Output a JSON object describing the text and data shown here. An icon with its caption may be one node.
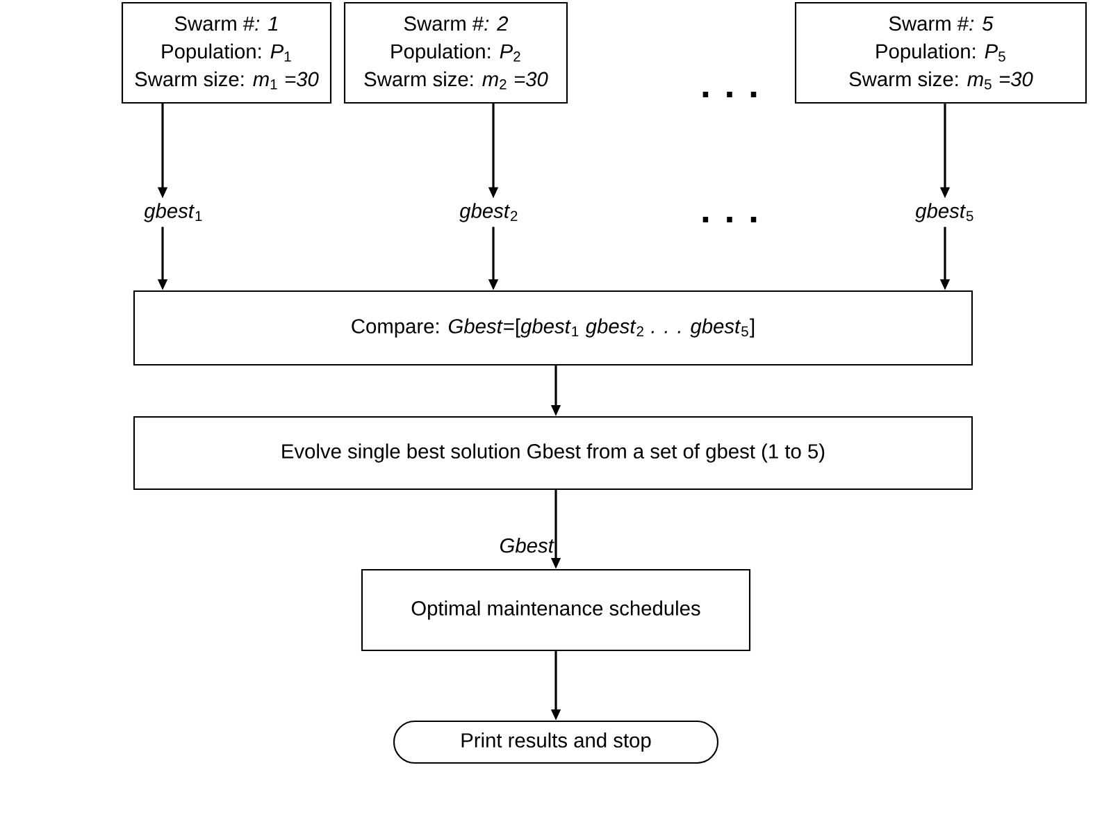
{
  "diagram": {
    "nodes": [
      {
        "text": [
          "Swarm #*: 1*",
          "Population: *P*$_{1}$",
          "Swarm size: *m*$_{1}$ *=30*"
        ]
      },
      {
        "text": [
          "Swarm #*: 2*",
          "Population: *P*$_{2}$",
          "Swarm size: *m*$_{2}$ *=30*"
        ]
      },
      {
        "text": [
          "Swarm #*: 5*",
          "Population: *P*$_{5}$",
          "Swarm size: *m*$_{5}$ *=30*"
        ]
      },
      {
        "text": [
          "*gbest*$_{1}$"
        ]
      },
      {
        "text": [
          "*gbest*$_{2}$"
        ]
      },
      {
        "text": [
          "*gbest*$_{5}$"
        ]
      },
      {
        "text": [
          "Compare: *Gbest*=[*gbest*$_{1}$ *gbest*$_{2}$ *. . . gbest*$_{5}$]"
        ]
      },
      {
        "text": [
          "Evolve single best solution Gbest from a set of gbest (1 to 5)"
        ]
      },
      {
        "text": [
          "Optimal maintenance schedules"
        ]
      },
      {
        "text": [
          "Print results and stop"
        ]
      }
    ],
    "edges": [
      {
        "from": 0,
        "to": 3,
        "arrow": "to"
      },
      {
        "from": 1,
        "to": 4,
        "arrow": "to"
      },
      {
        "from": 2,
        "to": 5,
        "arrow": "to"
      },
      {
        "from": 3,
        "to": 6,
        "arrow": "to"
      },
      {
        "from": 4,
        "to": 6,
        "arrow": "to"
      },
      {
        "from": 5,
        "to": 6,
        "arrow": "to"
      },
      {
        "from": 6,
        "to": 7,
        "arrow": "to"
      },
      {
        "from": 7,
        "to": 8,
        "arrow": "to",
        "label": "Gbest"
      },
      {
        "from": 8,
        "to": 9,
        "arrow": "to"
      }
    ],
    "labels": [
      ". . .",
      ". . ."
    ]
  }
}
